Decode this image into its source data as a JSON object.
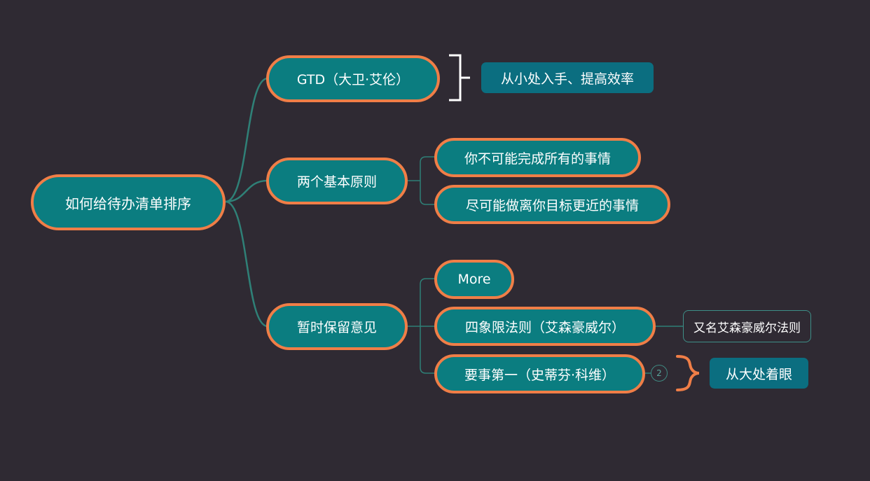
{
  "root": {
    "label": "如何给待办清单排序"
  },
  "branches": [
    {
      "label": "GTD（大卫·艾伦）",
      "summary": "从小处入手、提高效率"
    },
    {
      "label": "两个基本原则",
      "children": [
        {
          "label": "你不可能完成所有的事情"
        },
        {
          "label": "尽可能做离你目标更近的事情"
        }
      ]
    },
    {
      "label": "暂时保留意见",
      "children": [
        {
          "label": "More"
        },
        {
          "label": "四象限法则（艾森豪威尔）",
          "note": "又名艾森豪威尔法则"
        },
        {
          "label": "要事第一（史蒂芬·科维）",
          "collapsed_count": "2",
          "summary": "从大处着眼"
        }
      ]
    }
  ],
  "colors": {
    "background": "#2f2a33",
    "node_fill": "#0b7d80",
    "node_border": "#f07e47",
    "connector": "#2f8077",
    "summary_fill": "#0b6e80"
  }
}
